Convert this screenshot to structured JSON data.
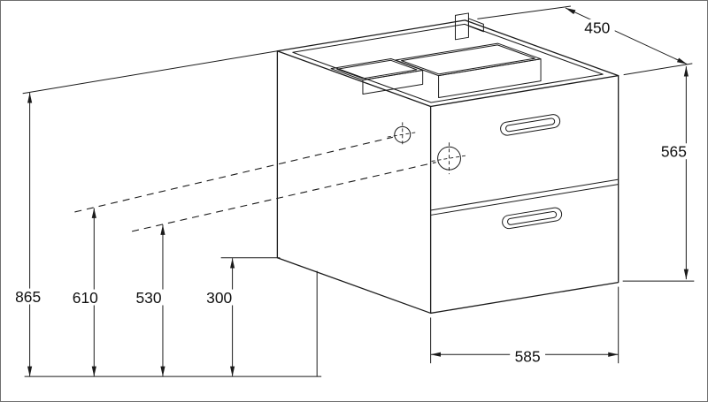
{
  "drawing": {
    "type": "technical-dimension-drawing",
    "colors": {
      "line": "#1a1a1a",
      "background": "#ffffff",
      "border": "#6f6f6f"
    },
    "dimensions": {
      "total_height": "865",
      "upper_mount_height": "610",
      "lower_mount_height": "530",
      "floor_clearance": "300",
      "width": "585",
      "depth": "450",
      "cabinet_height": "565"
    }
  }
}
